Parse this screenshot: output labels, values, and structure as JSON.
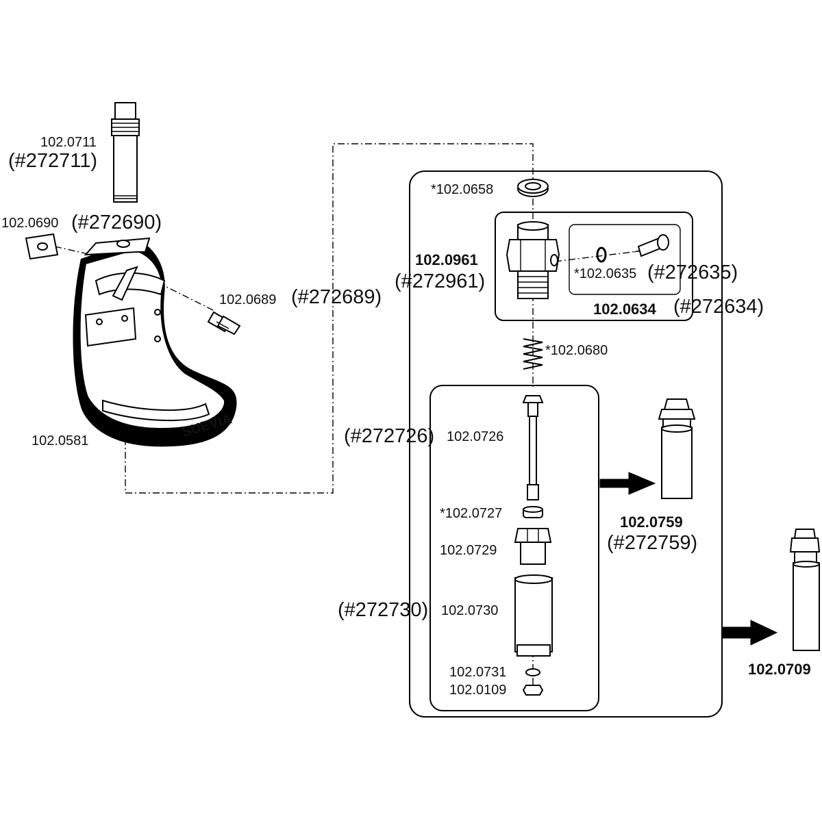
{
  "parts": {
    "pipe_top": {
      "code": "102.0711",
      "ref": "(#272711)"
    },
    "clamp": {
      "code": "102.0690",
      "ref": "(#272690)"
    },
    "screw": {
      "code": "102.0689",
      "ref": "(#272689)"
    },
    "bowl": {
      "code": "102.0581",
      "brand": "SUEVIA"
    },
    "washer_top": {
      "code": "*102.0658"
    },
    "valve_body": {
      "code": "102.0961",
      "ref": "(#272961)"
    },
    "oring": {
      "code": "*102.0635",
      "ref": "(#272635)"
    },
    "valve_set": {
      "code": "102.0634",
      "ref": "(#272634)"
    },
    "spring": {
      "code": "*102.0680"
    },
    "stem": {
      "code": "102.0726",
      "ref": "(#272726)"
    },
    "stem_ring": {
      "code": "*102.0727"
    },
    "nut_body": {
      "code": "102.0729"
    },
    "sleeve": {
      "code": "102.0730",
      "ref": "(#272730)"
    },
    "small_washer": {
      "code": "102.0731"
    },
    "small_nut": {
      "code": "102.0109"
    },
    "assembly_a": {
      "code": "102.0759",
      "ref": "(#272759)"
    },
    "assembly_b": {
      "code": "102.0709"
    }
  }
}
